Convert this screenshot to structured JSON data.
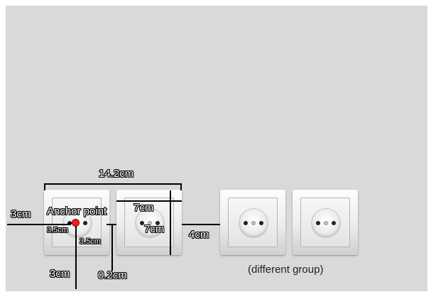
{
  "labels": {
    "total_width": "14.2cm",
    "left_offset": "3cm",
    "anchor_point": "Anchor point",
    "anchor_h": "3.5cm",
    "anchor_v": "3.5cm",
    "socket_w": "7cm",
    "socket_h": "7cm",
    "group_gap": "4cm",
    "bottom_offset": "3cm",
    "socket_gap": "0.2cm",
    "different_group": "(different group)"
  },
  "colors": {
    "background": "#d9d9d9",
    "anchor": "#ff1a1a"
  },
  "sockets": [
    {
      "group": "main",
      "icon": "power-socket-icon"
    },
    {
      "group": "main",
      "icon": "power-socket-icon"
    },
    {
      "group": "different",
      "icon": "power-socket-icon"
    },
    {
      "group": "different",
      "icon": "power-socket-icon"
    }
  ]
}
